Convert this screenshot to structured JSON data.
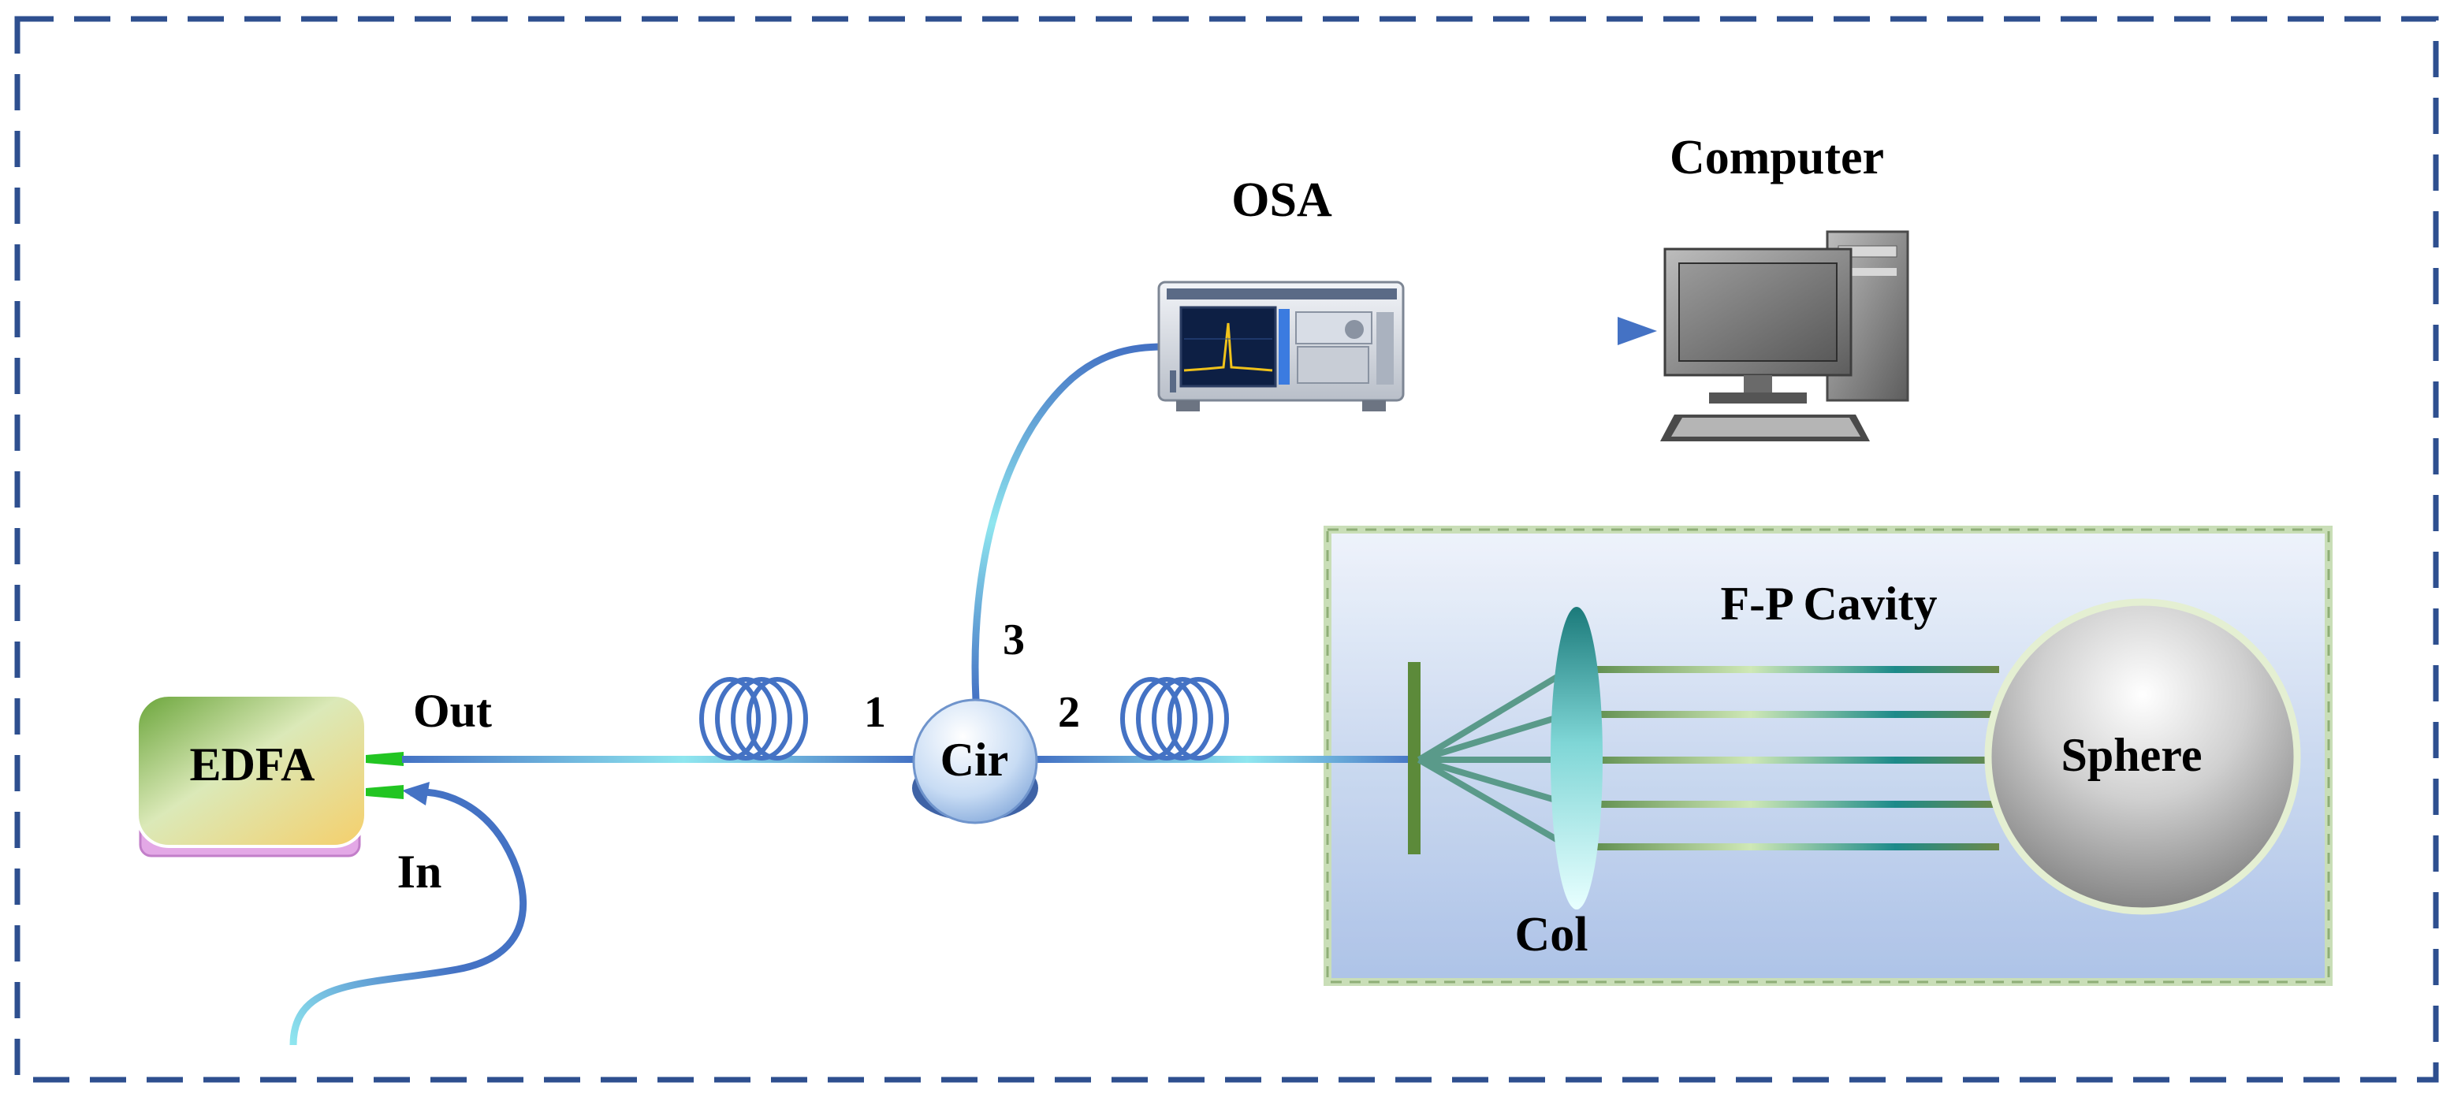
{
  "labels": {
    "edfa": "EDFA",
    "out": "Out",
    "in": "In",
    "port1": "1",
    "port2": "2",
    "port3": "3",
    "cir": "Cir",
    "osa": "OSA",
    "computer": "Computer",
    "fp_cavity": "F-P Cavity",
    "col": "Col",
    "sphere": "Sphere"
  },
  "colors": {
    "frame": "#2e4f8f",
    "fiber_dark": "#4472c4",
    "fiber_light": "#8fe6ef",
    "cavity_bg": "#c9d8f0",
    "edfa_green": "#7fb34a",
    "edfa_yellow": "#f3d98a",
    "connector": "#22c522"
  },
  "icons": {
    "osa": "optical-spectrum-analyzer-icon",
    "computer": "desktop-computer-icon",
    "coil": "fiber-coil-icon"
  }
}
